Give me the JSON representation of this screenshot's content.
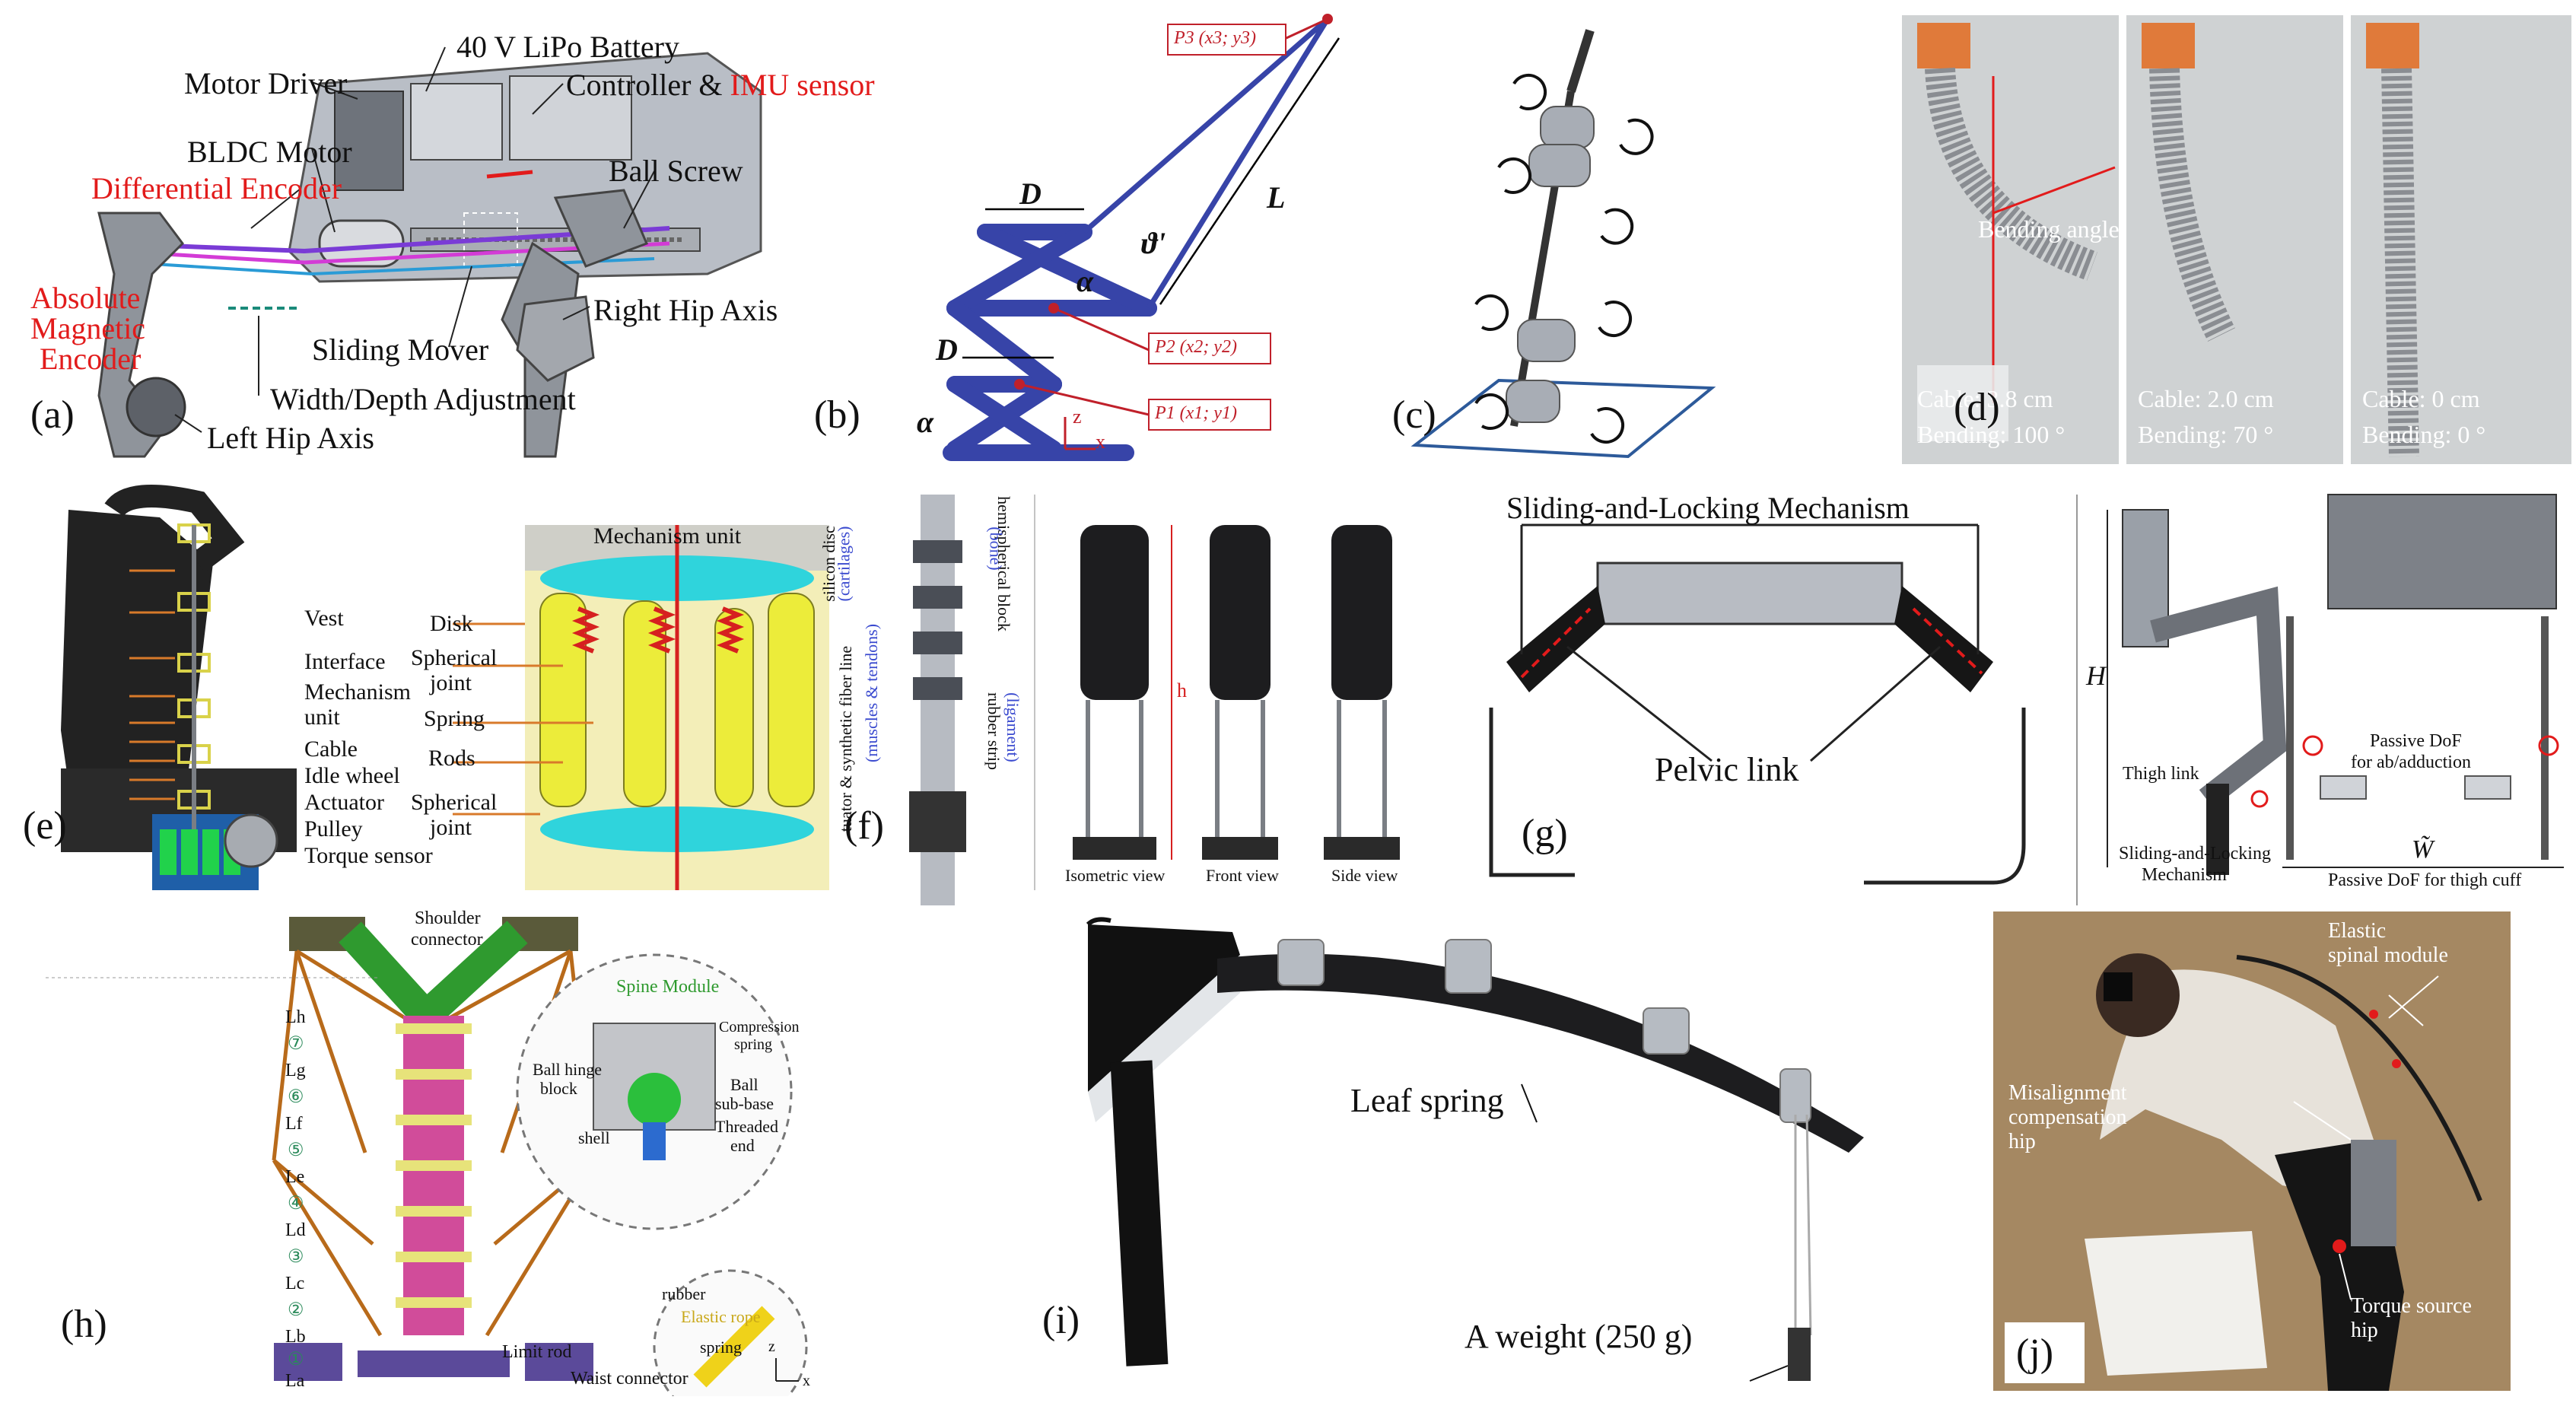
{
  "panel_a": {
    "label": "(a)",
    "battery": "40 V LiPo Battery",
    "motor_driver": "Motor Driver",
    "controller": "Controller & ",
    "imu": "IMU sensor",
    "bldc": "BLDC Motor",
    "ball_screw": "Ball Screw",
    "diff_encoder": "Differential Encoder",
    "abs_enc_1": "Absolute",
    "abs_enc_2": "Magnetic",
    "abs_enc_3": "Encoder",
    "right_hip": "Right Hip Axis",
    "sliding_mover": "Sliding Mover",
    "width_depth": "Width/Depth Adjustment",
    "left_hip": "Left Hip Axis"
  },
  "panel_b": {
    "label": "(b)",
    "D1": "D",
    "D2": "D",
    "L": "L",
    "theta": "ϑ'",
    "alpha1": "α",
    "alpha2": "α",
    "p3": "P3 (x3; y3)",
    "p2": "P2 (x2; y2)",
    "p1": "P1 (x1; y1)",
    "z": "z",
    "x": "x"
  },
  "panel_c": {
    "label": "(c)"
  },
  "panel_d": {
    "label": "(d)",
    "bending_angle": "Bending angle",
    "img1_l1": "Cable: 3.8 cm",
    "img1_l2": "Bending: 100 °",
    "img2_l1": "Cable: 2.0 cm",
    "img2_l2": "Bending: 70 °",
    "img3_l1": "Cable: 0 cm",
    "img3_l2": "Bending: 0 °"
  },
  "panel_e": {
    "label": "(e)",
    "mechanism_unit_title": "Mechanism unit",
    "vest": "Vest",
    "interface": "Interface",
    "mechanism1": "Mechanism",
    "mechanism2": "unit",
    "cable": "Cable",
    "idle_wheel": "Idle wheel",
    "actuator": "Actuator",
    "pulley": "Pulley",
    "torque_sensor": "Torque sensor",
    "disk": "Disk",
    "spherical1a": "Spherical",
    "spherical1b": "joint",
    "spring": "Spring",
    "rods": "Rods",
    "spherical2a": "Spherical",
    "spherical2b": "joint"
  },
  "panel_f": {
    "label": "(f)",
    "silicon_disc": "silicon disc",
    "cartilages": "(cartilages)",
    "hemispherical": "hemispherical block",
    "bone": "(bone)",
    "fiber": "tuator & synthetic fiber line",
    "muscles": "(muscles & tendons)",
    "rubber": "rubber strip",
    "ligament": "(ligament)",
    "h": "h",
    "isometric": "Isometric view",
    "front": "Front view",
    "side": "Side view"
  },
  "panel_g": {
    "label": "(g)",
    "title": "Sliding-and-Locking Mechanism",
    "pelvic": "Pelvic link",
    "H": "H",
    "thigh": "Thigh link",
    "slm1": "Sliding-and-Locking",
    "slm2": "Mechanism",
    "passive1": "Passive DoF",
    "passive2": "for ab/adduction",
    "W": "W̃",
    "passive_thigh": "Passive DoF for thigh cuff"
  },
  "panel_h": {
    "label": "(h)",
    "shoulder1": "Shoulder",
    "shoulder2": "connector",
    "spine_module": "Spine Module",
    "compression1": "Compression",
    "compression2": "spring",
    "ball_hinge1": "Ball hinge",
    "ball_hinge2": "block",
    "ball1": "Ball",
    "ball2": "sub-base",
    "shell": "shell",
    "threaded1": "Threaded",
    "threaded2": "end",
    "rubber": "rubber",
    "elastic_rope": "Elastic rope",
    "spring": "spring",
    "limit_rod": "Limit rod",
    "waist": "Waist connector",
    "levels": [
      "Lh",
      "⑦",
      "Lg",
      "⑥",
      "Lf",
      "⑤",
      "Le",
      "④",
      "Ld",
      "③",
      "Lc",
      "②",
      "Lb",
      "①",
      "La"
    ],
    "z": "z",
    "x": "x"
  },
  "panel_i": {
    "label": "(i)",
    "leaf_spring": "Leaf spring",
    "weight": "A weight (250 g)"
  },
  "panel_j": {
    "label": "(j)",
    "elastic1": "Elastic",
    "elastic2": "spinal module",
    "mis1": "Misalignment",
    "mis2": "compensation",
    "mis3": "hip",
    "torque1": "Torque source",
    "torque2": "hip"
  }
}
